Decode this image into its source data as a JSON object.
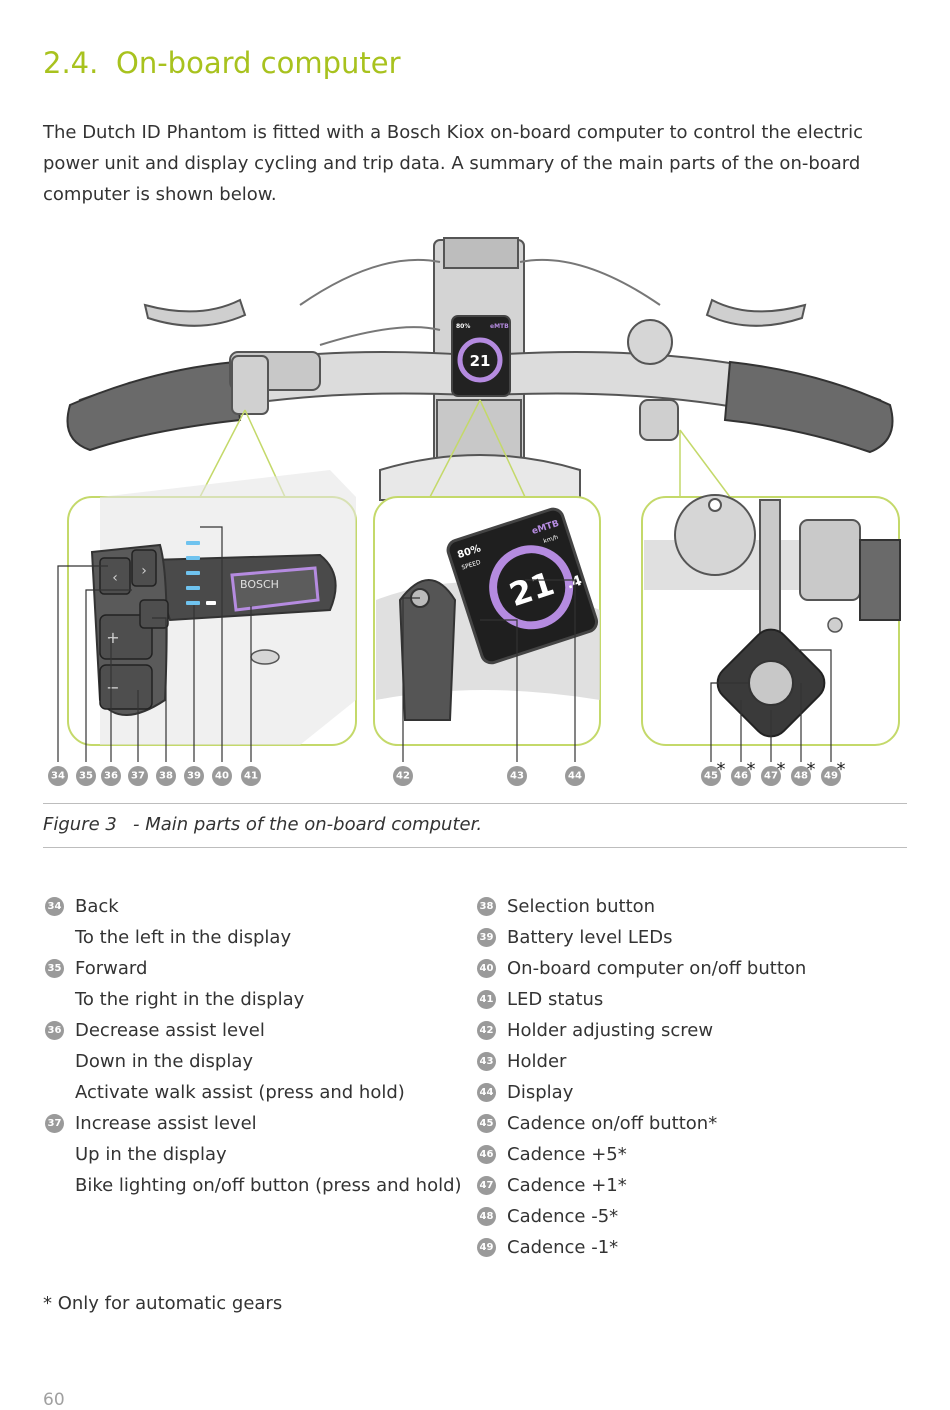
{
  "section": {
    "number": "2.4.",
    "title": "On-board computer"
  },
  "intro": "The Dutch ID Phantom is fitted with a Bosch Kiox on-board computer to control the electric power unit and display cycling and trip data. A summary of the main parts of the on-board computer is shown below.",
  "figure": {
    "display_screen": {
      "battery": "80%",
      "mode": "eMTB",
      "speed_label": "SPEED",
      "unit": "km/h",
      "speed_value": "21",
      "speed_decimal": ".4"
    },
    "brand_label": "BOSCH",
    "asterisk": "*",
    "callouts": [
      "34",
      "35",
      "36",
      "37",
      "38",
      "39",
      "40",
      "41",
      "42",
      "43",
      "44",
      "45",
      "46",
      "47",
      "48",
      "49"
    ],
    "caption_label": "Figure 3",
    "caption_text": "- Main parts of the on-board computer."
  },
  "legend": {
    "left": [
      {
        "num": "34",
        "text": "Back"
      },
      {
        "num": "",
        "text": "To the left in the display"
      },
      {
        "num": "35",
        "text": "Forward"
      },
      {
        "num": "",
        "text": "To the right in the display"
      },
      {
        "num": "36",
        "text": "Decrease assist level"
      },
      {
        "num": "",
        "text": "Down in the display"
      },
      {
        "num": "",
        "text": "Activate walk assist (press and hold)"
      },
      {
        "num": "37",
        "text": "Increase assist level"
      },
      {
        "num": "",
        "text": "Up in the display"
      },
      {
        "num": "",
        "text": "Bike lighting on/off button (press and hold)"
      }
    ],
    "right": [
      {
        "num": "38",
        "text": "Selection button"
      },
      {
        "num": "39",
        "text": "Battery level LEDs"
      },
      {
        "num": "40",
        "text": "On-board computer on/off button"
      },
      {
        "num": "41",
        "text": "LED status"
      },
      {
        "num": "42",
        "text": "Holder adjusting screw"
      },
      {
        "num": "43",
        "text": "Holder"
      },
      {
        "num": "44",
        "text": "Display"
      },
      {
        "num": "45",
        "text": "Cadence on/off button*"
      },
      {
        "num": "46",
        "text": "Cadence +5*"
      },
      {
        "num": "47",
        "text": "Cadence +1*"
      },
      {
        "num": "48",
        "text": "Cadence -5*"
      },
      {
        "num": "49",
        "text": "Cadence -1*"
      }
    ]
  },
  "footnote": "* Only for automatic gears",
  "page_number": "60",
  "colors": {
    "accent": "#a8c21e",
    "text": "#333333",
    "callout": "#9a9a9a",
    "display_purple": "#b58be0"
  }
}
